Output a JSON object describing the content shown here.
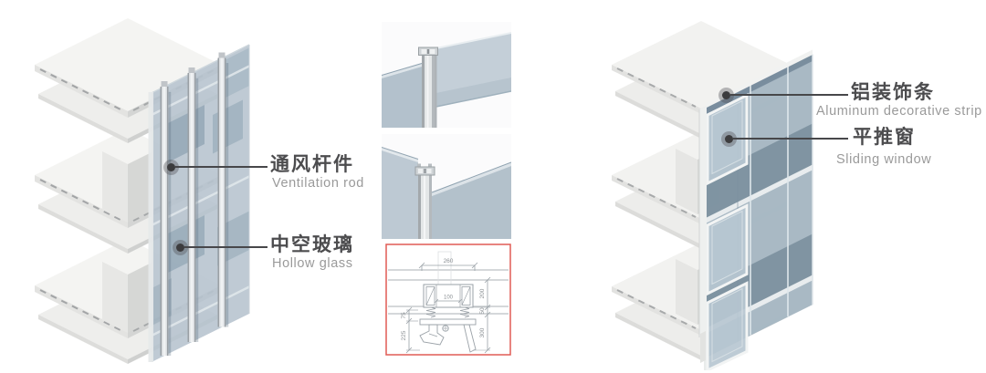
{
  "callouts": {
    "left": [
      {
        "zh": "通风杆件",
        "en": "Ventilation rod"
      },
      {
        "zh": "中空玻璃",
        "en": "Hollow glass"
      }
    ],
    "right": [
      {
        "zh": "铝装饰条",
        "en": "Aluminum decorative strip"
      },
      {
        "zh": "平推窗",
        "en": "Sliding window"
      }
    ]
  },
  "section_drawing": {
    "border_color": "#e05c55",
    "dims": {
      "top_width": "260",
      "inner_width": "100",
      "right_upper": "200",
      "right_middle": "50",
      "right_lower": "300",
      "left_upper": "75",
      "left_lower": "225"
    }
  },
  "colors": {
    "glass_light": "#b6c3ce",
    "glass_dark": "#8ea3b2",
    "slab_white": "#f3f3f1",
    "callout_line": "#47474a",
    "label_zh": "#4c4c4e",
    "label_en": "#9a9a9a",
    "cad_line": "#9aa1a7",
    "dim_text": "#8b9094"
  }
}
